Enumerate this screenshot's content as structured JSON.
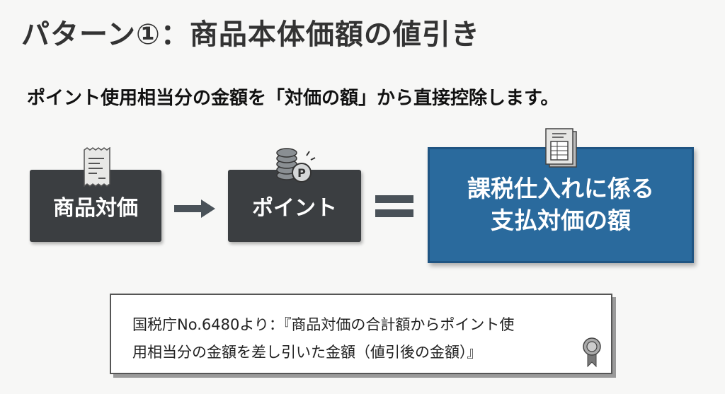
{
  "title": "パターン①：商品本体価額の値引き",
  "subtitle": "ポイント使用相当分の金額を「対価の額」から直接控除します。",
  "diagram": {
    "box1_label": "商品対価",
    "box2_label": "ポイント",
    "coin_letter": "P",
    "result_line1": "課税仕入れに係る",
    "result_line2": "支払対価の額"
  },
  "note": {
    "line1": "国税庁No.6480より：『商品対価の合計額からポイント使",
    "line2": "用相当分の金額を差し引いた金額（値引後の金額）』"
  },
  "colors": {
    "dark_box": "#3b3e41",
    "result_box": "#2a6a9d"
  }
}
